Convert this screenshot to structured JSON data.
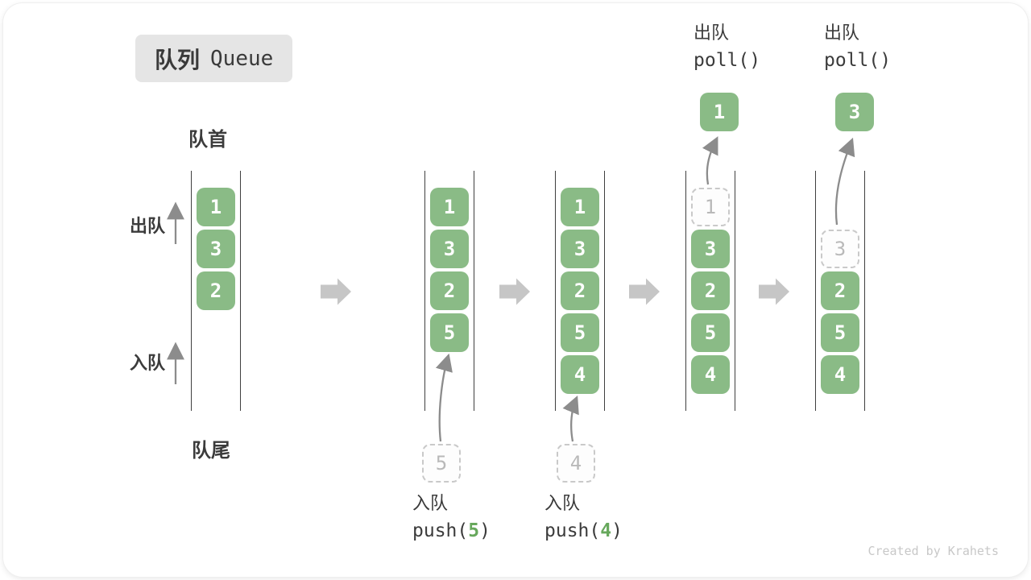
{
  "title": {
    "zh": "队列",
    "en": "Queue"
  },
  "labels": {
    "front": "队首",
    "rear": "队尾",
    "dequeue_side": "出队",
    "enqueue_side": "入队"
  },
  "operations": {
    "enqueue_label": "入队",
    "dequeue_label": "出队",
    "push_pre": "push(",
    "push_close": ")",
    "push_args": [
      "5",
      "4"
    ],
    "poll_code": "poll()"
  },
  "states": [
    {
      "boxes": [
        "1",
        "3",
        "2"
      ]
    },
    {
      "boxes": [
        "1",
        "3",
        "2",
        "5"
      ],
      "incoming": "5"
    },
    {
      "boxes": [
        "1",
        "3",
        "2",
        "5",
        "4"
      ],
      "incoming": "4"
    },
    {
      "boxes": [
        "3",
        "2",
        "5",
        "4"
      ],
      "removed": "1",
      "out": "1"
    },
    {
      "boxes": [
        "2",
        "5",
        "4"
      ],
      "removed": "3",
      "out": "3"
    }
  ],
  "colors": {
    "element_green": "#8abb86",
    "arg_green": "#67a85c",
    "column_line": "#3f3f3f",
    "ghost_border": "#c9c9c9",
    "flow_arrow": "#c6c6c6",
    "pointer_arrow": "#8c8c8c",
    "title_badge_bg": "#e5e5e5"
  },
  "credit": "Created by Krahets"
}
